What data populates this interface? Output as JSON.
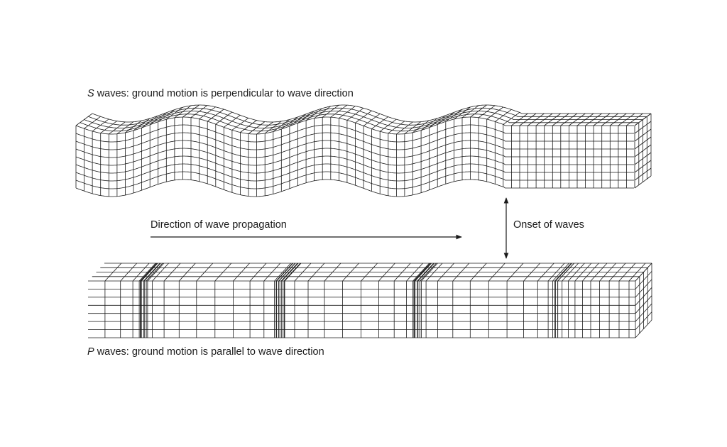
{
  "s_wave": {
    "letter": "S",
    "caption": " waves: ground motion is perpendicular to wave direction"
  },
  "p_wave": {
    "letter": "P",
    "caption": " waves: ground motion is parallel to wave direction"
  },
  "propagation_label": "Direction of wave propagation",
  "onset_label": "Onset of waves",
  "colors": {
    "line": "#1a1a1a",
    "background": "#ffffff"
  },
  "icons": [
    "arrow-right-icon",
    "double-arrow-vertical-icon"
  ]
}
